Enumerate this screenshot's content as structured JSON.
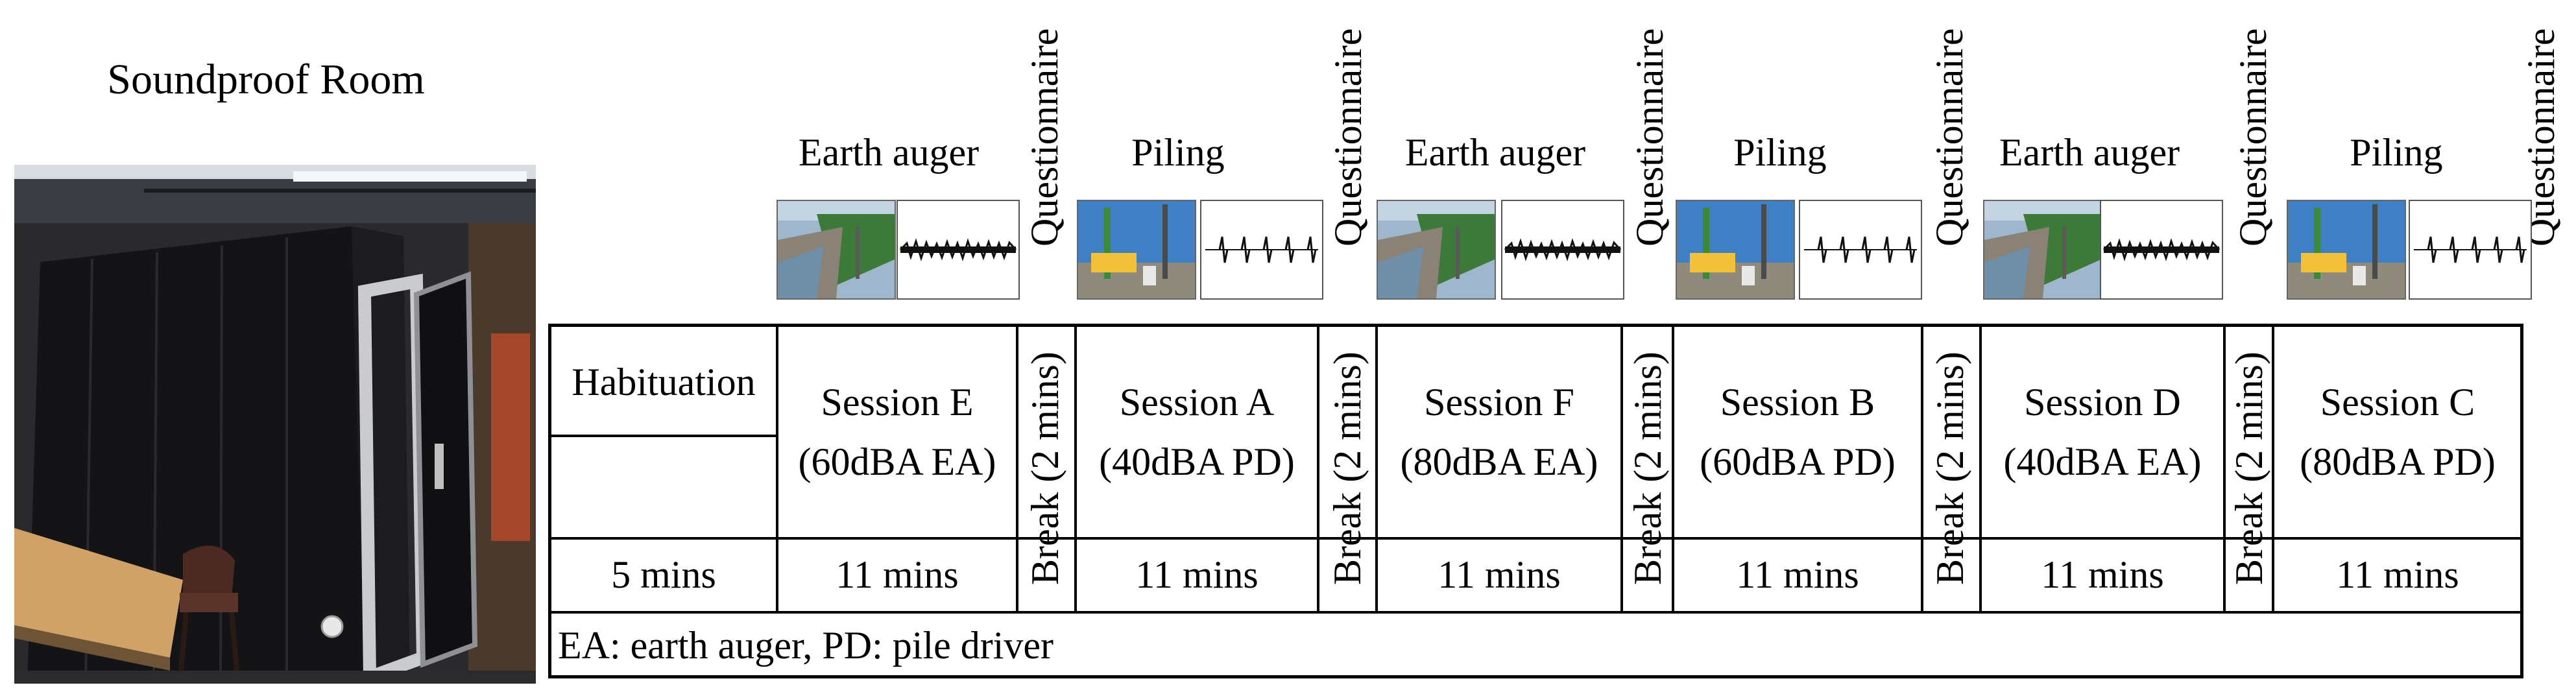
{
  "room": {
    "title": "Soundproof Room"
  },
  "questionnaire_label": "Questionnaire",
  "sounds": [
    {
      "label": "Earth auger",
      "waveform": "continuous"
    },
    {
      "label": "Piling",
      "waveform": "impulsive"
    },
    {
      "label": "Earth auger",
      "waveform": "continuous"
    },
    {
      "label": "Piling",
      "waveform": "impulsive"
    },
    {
      "label": "Earth auger",
      "waveform": "continuous"
    },
    {
      "label": "Piling",
      "waveform": "impulsive"
    }
  ],
  "table": {
    "habituation": {
      "label": "Habituation",
      "duration": "5 mins"
    },
    "break_label": "Break (2 mins)",
    "sessions": [
      {
        "name": "Session E",
        "level": "(60dBA EA)",
        "duration": "11 mins"
      },
      {
        "name": "Session A",
        "level": "(40dBA PD)",
        "duration": "11 mins"
      },
      {
        "name": "Session F",
        "level": "(80dBA EA)",
        "duration": "11 mins"
      },
      {
        "name": "Session B",
        "level": "(60dBA PD)",
        "duration": "11 mins"
      },
      {
        "name": "Session D",
        "level": "(40dBA EA)",
        "duration": "11 mins"
      },
      {
        "name": "Session C",
        "level": "(80dBA PD)",
        "duration": "11 mins"
      }
    ],
    "legend": "EA: earth auger, PD: pile driver"
  }
}
